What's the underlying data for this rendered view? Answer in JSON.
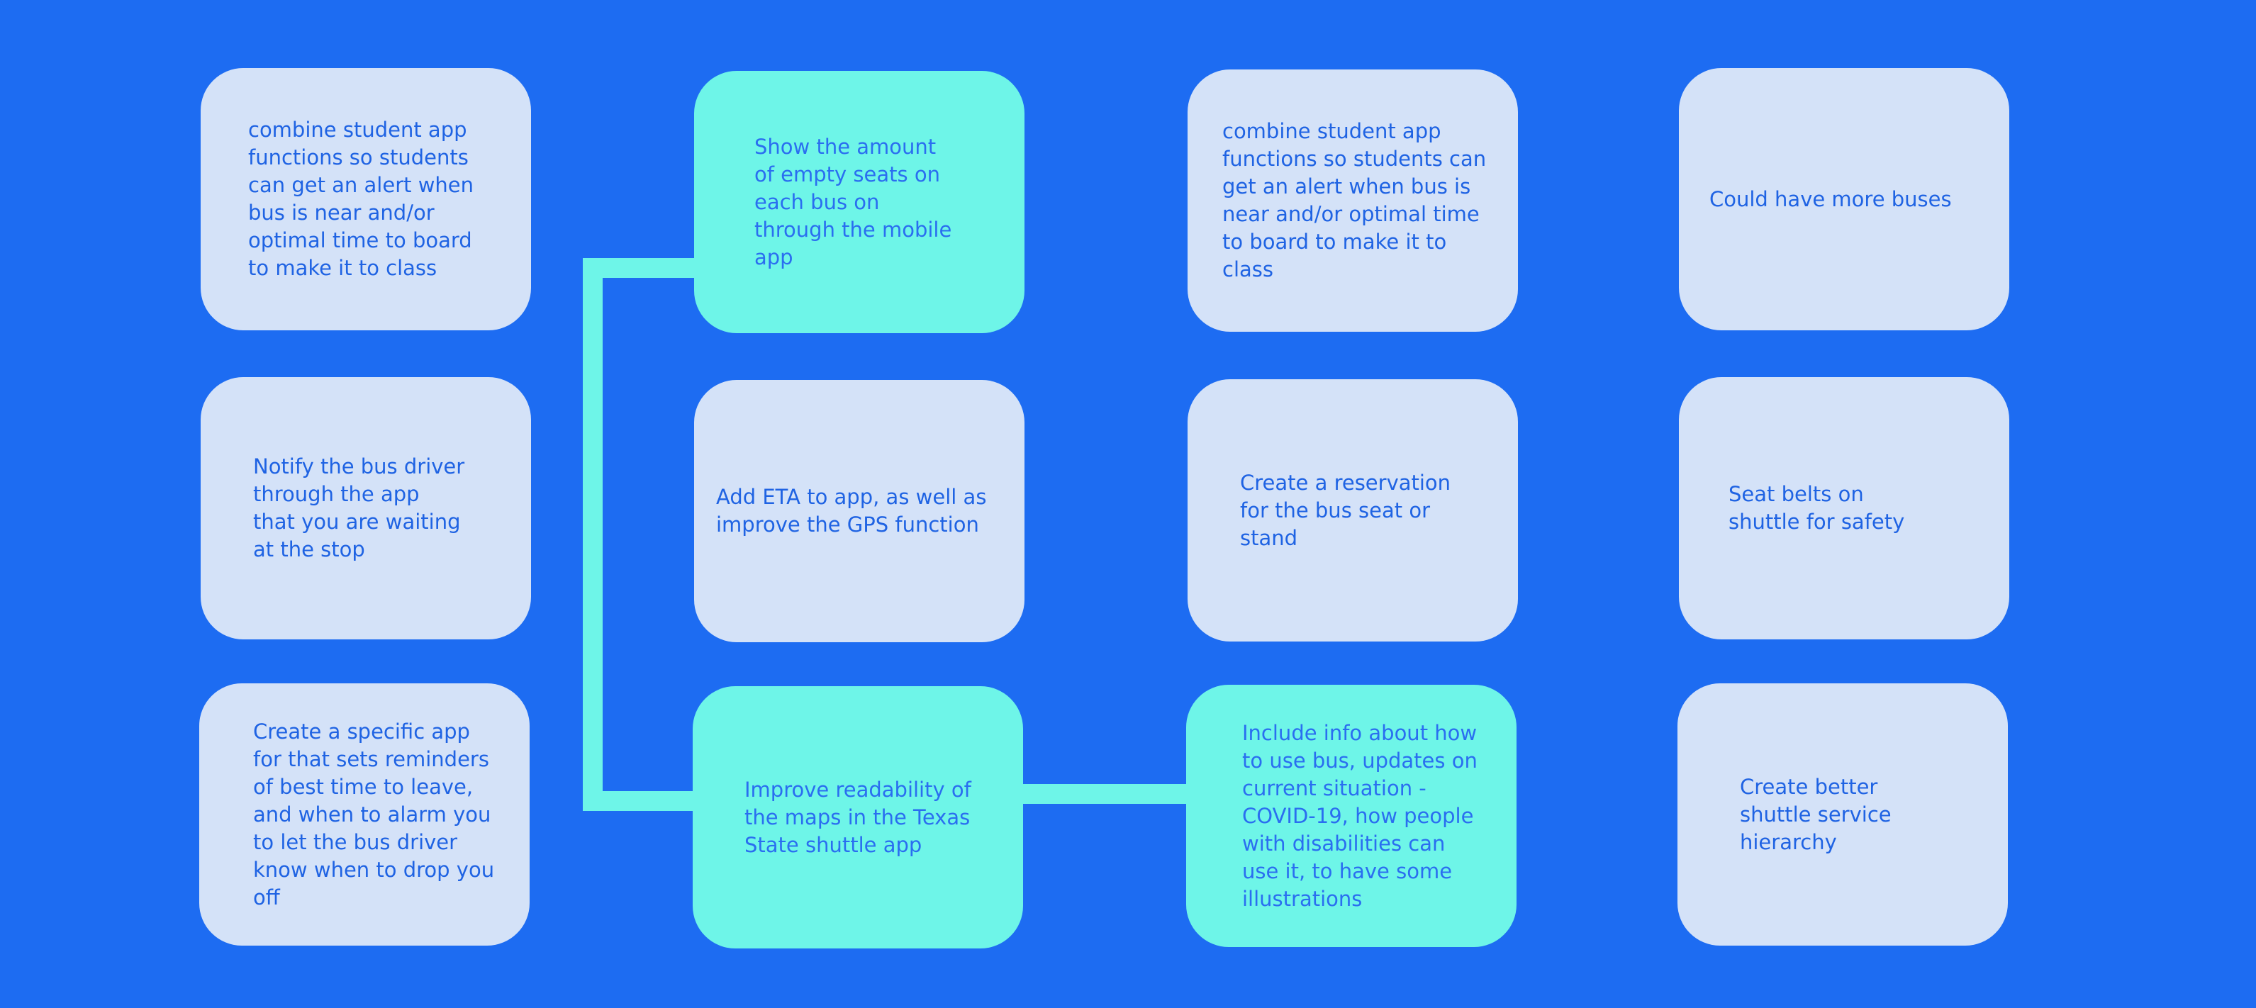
{
  "colors": {
    "background": "#1d6cf2",
    "card": "#d4e2f8",
    "card_highlight": "#6ef5e8",
    "text": "#1f63e3",
    "connector": "#6ef5e8"
  },
  "cards": [
    {
      "text": "combine student app functions so students can get an alert when bus is near and/or optimal time to board to make it to class",
      "highlighted": false
    },
    {
      "text": "Show the amount of empty seats on each bus on through the mobile app",
      "highlighted": true
    },
    {
      "text": "combine student app functions so students can get an alert when bus is near and/or optimal time to board to make it to class",
      "highlighted": false
    },
    {
      "text": "Could have more buses",
      "highlighted": false
    },
    {
      "text": "Notify the bus driver through the app that you are waiting at the stop",
      "highlighted": false
    },
    {
      "text": "Add ETA to app, as well as improve the GPS function",
      "highlighted": false
    },
    {
      "text": "Create a reservation for the bus seat or stand",
      "highlighted": false
    },
    {
      "text": "Seat belts on shuttle for safety",
      "highlighted": false
    },
    {
      "text": "Create a specific app for that sets reminders of best time to leave, and when to alarm you to let the bus driver know when to drop you off",
      "highlighted": false
    },
    {
      "text": "Improve readability of the maps in the Texas State shuttle app",
      "highlighted": true
    },
    {
      "text": "Include info about how to use bus, updates on current situation - COVID-19, how people with disabilities can use it, to have some illustrations",
      "highlighted": true
    },
    {
      "text": "Create better shuttle service hierarchy",
      "highlighted": false
    }
  ]
}
